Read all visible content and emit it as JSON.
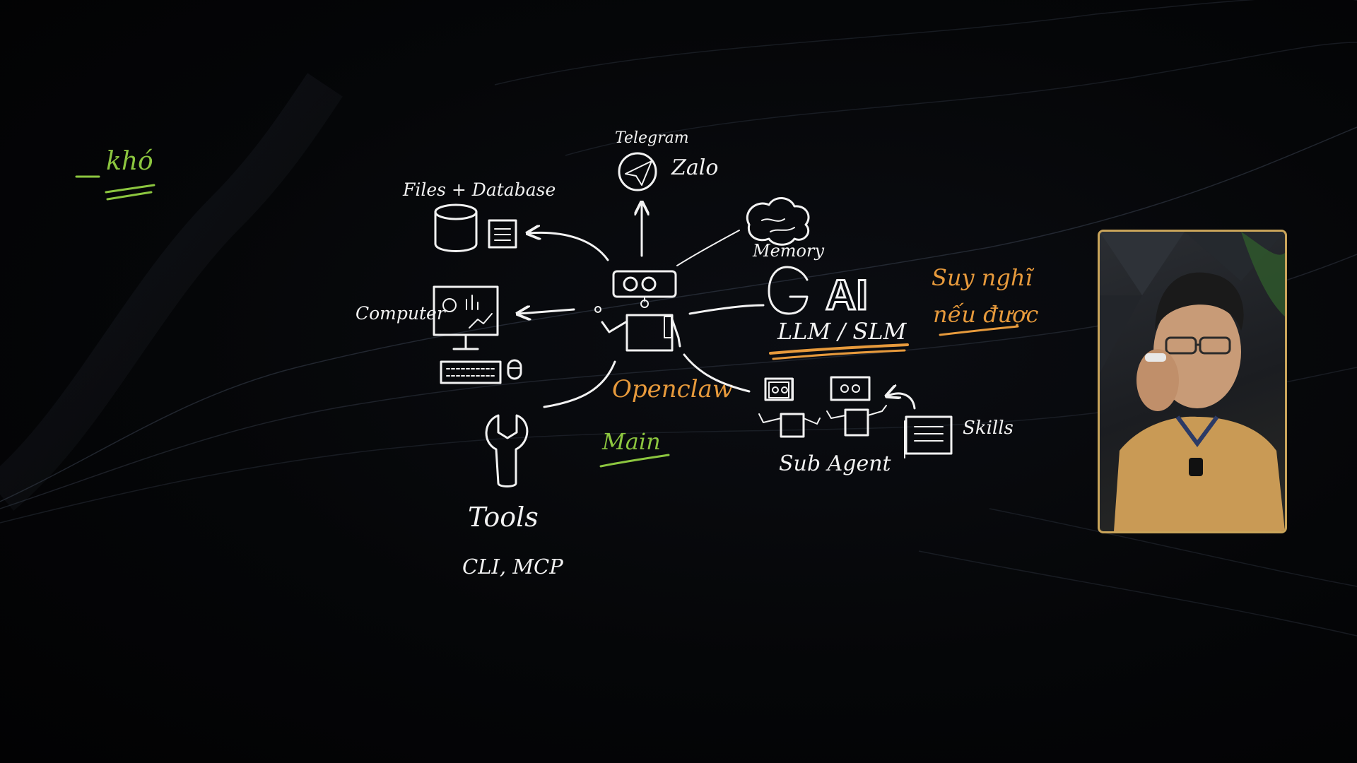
{
  "labels": {
    "telegram": "Telegram",
    "zalo": "Zalo",
    "files_database": "Files + Database",
    "memory": "Memory",
    "computer": "Computer",
    "llm_slm": "LLM / SLM",
    "openclaw": "Openclaw",
    "main": "Main",
    "sub_agent": "Sub Agent",
    "skills": "Skills",
    "tools": "Tools",
    "cli_mcp": "CLI, MCP",
    "suy_nghi": "Suy nghĩ",
    "neu_duoc": "nếu được",
    "kho": "khó",
    "ai": "AI"
  },
  "colors": {
    "ink_white": "#f2f2f2",
    "ink_orange": "#e79a3c",
    "ink_green": "#8cc63f",
    "webcam_border": "#c9a45a"
  }
}
